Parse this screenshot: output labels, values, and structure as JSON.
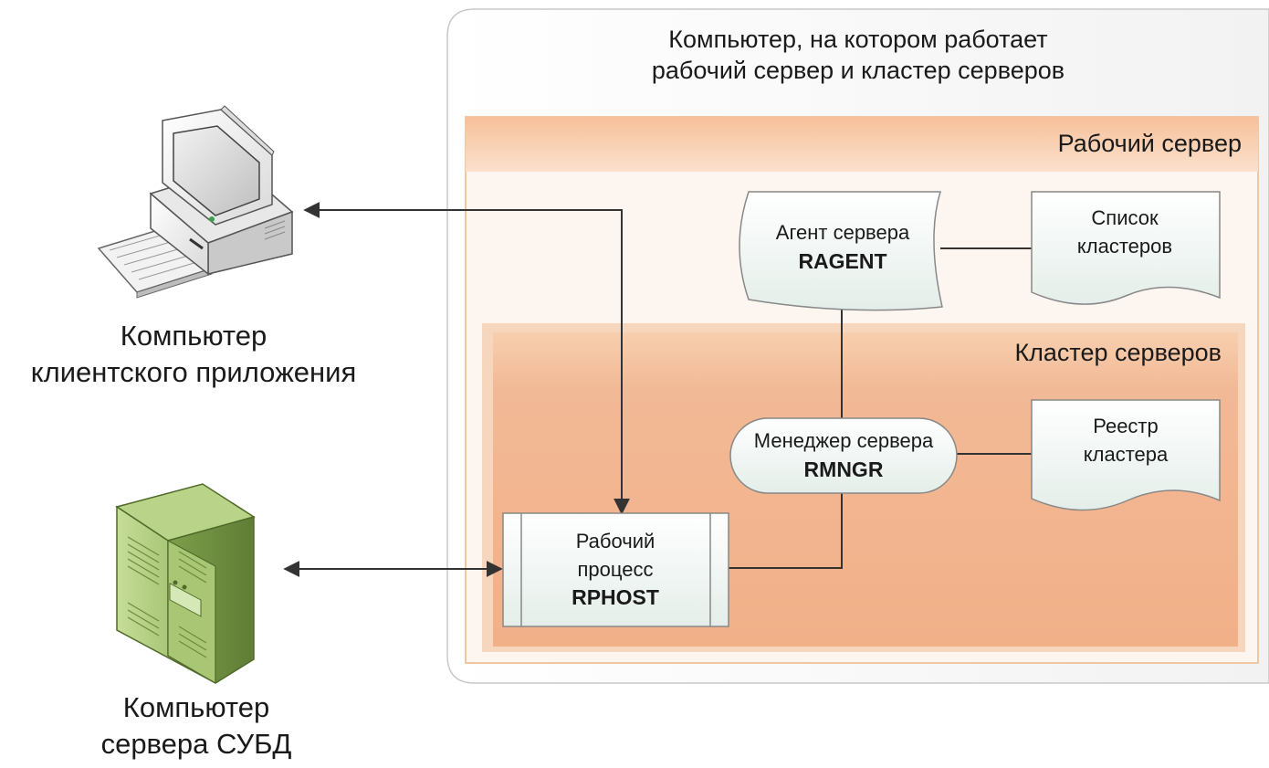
{
  "host_computer": {
    "title_line1": "Компьютер, на котором работает",
    "title_line2": "рабочий сервер и кластер серверов"
  },
  "working_server": {
    "title": "Рабочий сервер"
  },
  "server_cluster": {
    "title": "Кластер серверов"
  },
  "agent": {
    "label": "Агент сервера",
    "name": "RAGENT"
  },
  "cluster_list": {
    "line1": "Список",
    "line2": "кластеров"
  },
  "manager": {
    "label": "Менеджер сервера",
    "name": "RMNGR"
  },
  "cluster_registry": {
    "line1": "Реестр",
    "line2": "кластера"
  },
  "worker_process": {
    "line1": "Рабочий",
    "line2": "процесс",
    "name": "RPHOST"
  },
  "client_computer": {
    "line1": "Компьютер",
    "line2": "клиентского приложения"
  },
  "dbms_server": {
    "line1": "Компьютер",
    "line2": "сервера СУБД"
  },
  "colors": {
    "orange_band": "#f7c9a8",
    "cluster_fill": "#f2b48a",
    "shape_fill": "#eef4f1",
    "line": "#333333",
    "server_green": "#9bbf6a"
  }
}
